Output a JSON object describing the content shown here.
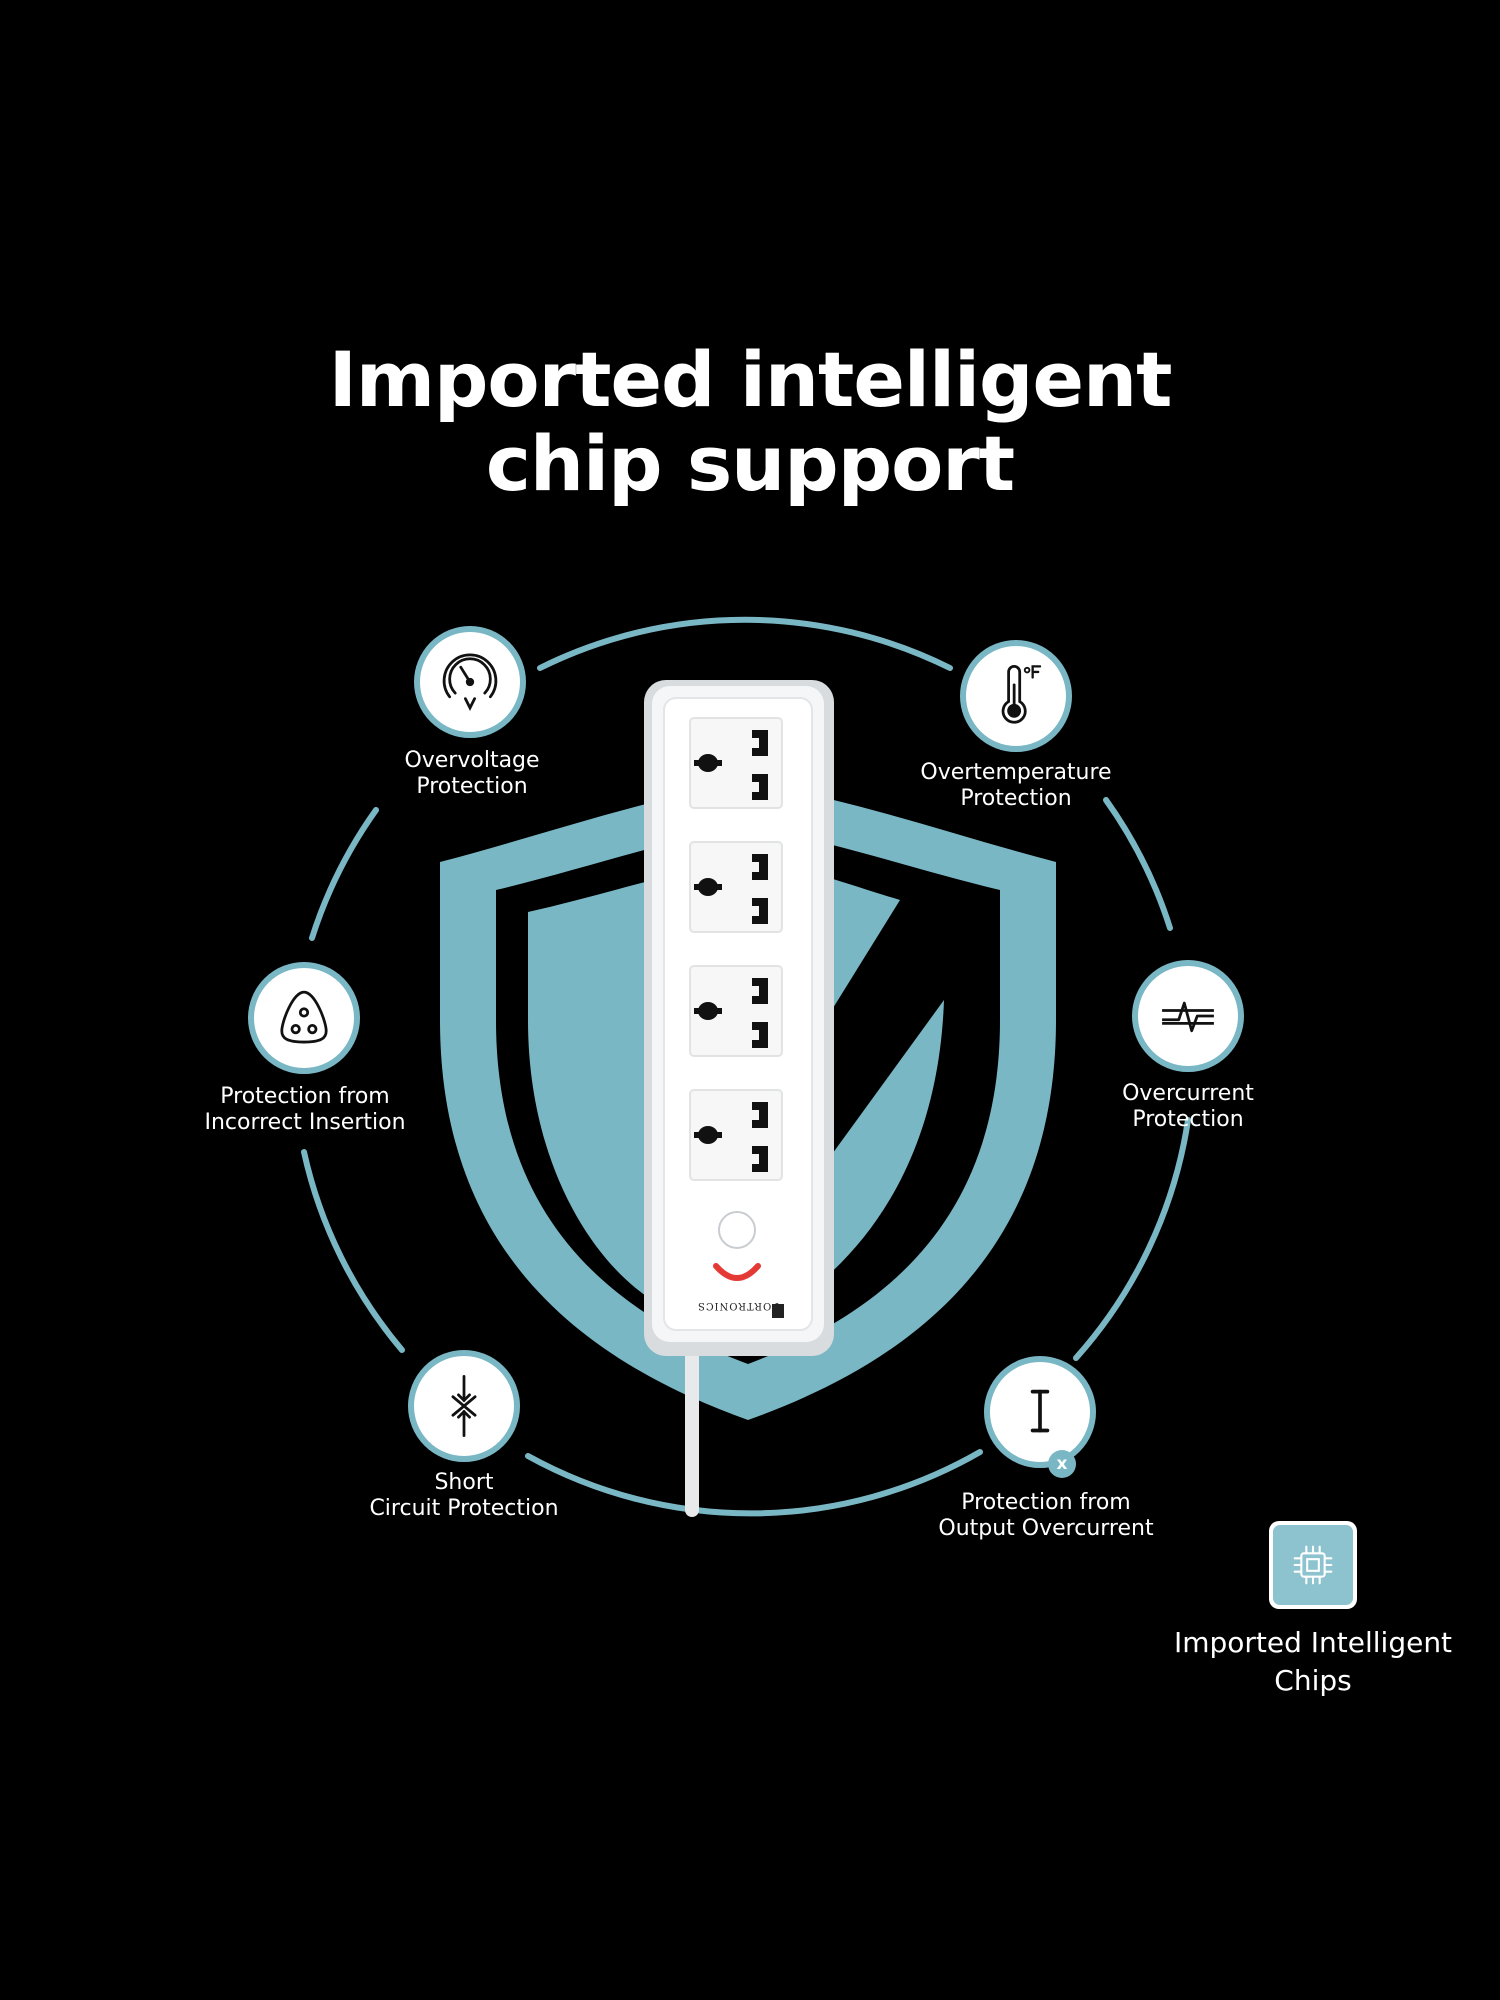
{
  "headline": {
    "line1": "Imported intelligent",
    "line2": "chip support"
  },
  "features": {
    "overvoltage": {
      "icon": "gauge-v-icon",
      "line1": "Overvoltage",
      "line2": "Protection"
    },
    "overtemperature": {
      "icon": "thermometer-fahrenheit-icon",
      "line1": "Overtemperature",
      "line2": "Protection"
    },
    "incorrect_insertion": {
      "icon": "three-pin-plug-icon",
      "line1": "Protection from",
      "line2": "Incorrect Insertion"
    },
    "overcurrent": {
      "icon": "current-waveform-icon",
      "line1": "Overcurrent",
      "line2": "Protection"
    },
    "short_circuit": {
      "icon": "short-circuit-arrows-icon",
      "line1": "Short",
      "line2": "Circuit Protection"
    },
    "output_overcurrent": {
      "icon": "current-i-cross-icon",
      "line1": "Protection from",
      "line2": "Output Overcurrent",
      "badge_mark": "x"
    }
  },
  "chip": {
    "icon": "microchip-icon",
    "line1": "Imported Intelligent",
    "line2": "Chips"
  },
  "product": {
    "brand": "PORTRONICS",
    "socket_count": 4,
    "colors": {
      "body": "#f4f5f6",
      "shield": "#7ab7c5",
      "indicator": "#e53935"
    }
  },
  "colors": {
    "background": "#000000",
    "accent": "#7ab7c5",
    "text": "#ffffff"
  }
}
